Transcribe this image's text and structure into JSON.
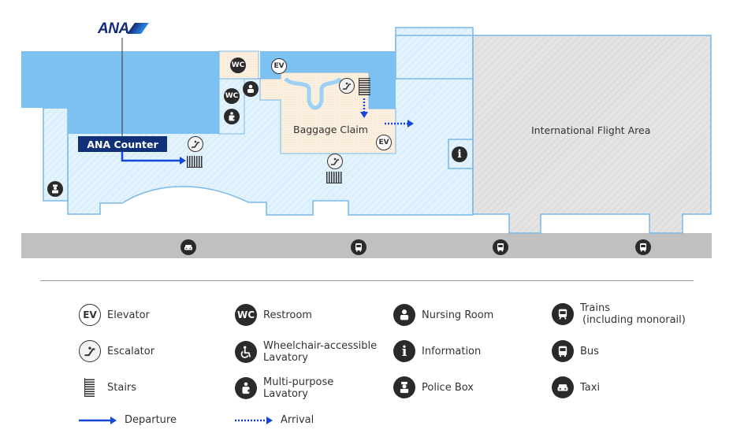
{
  "map": {
    "brand": "ANA",
    "counter_label": "ANA Counter",
    "areas": {
      "baggage_claim": "Baggage Claim",
      "international": "International Flight Area"
    },
    "icons": {
      "ev": "EV",
      "wc": "WC",
      "info": "i"
    },
    "colors": {
      "water_blue": "#7cc1f2",
      "floor_blue": "#e3f3fd",
      "wall_blue": "#7ab8e6",
      "baggage_beige": "#fbf0df",
      "intl_grey": "#e2e2e2",
      "road_grey": "#c0c0c0",
      "departure_blue": "#1446d9",
      "counter_navy": "#10307a"
    }
  },
  "legend": {
    "items": [
      {
        "icon": "elevator-icon",
        "glyph": "EV",
        "label": "Elevator"
      },
      {
        "icon": "restroom-icon",
        "glyph": "WC",
        "label": "Restroom"
      },
      {
        "icon": "nursing-room-icon",
        "label": "Nursing Room"
      },
      {
        "icon": "train-icon",
        "label": "Trains",
        "label2": "(including monorail)"
      },
      {
        "icon": "escalator-icon",
        "label": "Escalator"
      },
      {
        "icon": "wheelchair-icon",
        "label": "Wheelchair-accessible",
        "label2": "Lavatory"
      },
      {
        "icon": "information-icon",
        "glyph": "i",
        "label": "Information"
      },
      {
        "icon": "bus-icon",
        "label": "Bus"
      },
      {
        "icon": "stairs-icon",
        "label": "Stairs"
      },
      {
        "icon": "multipurpose-lavatory-icon",
        "label": "Multi-purpose",
        "label2": "Lavatory"
      },
      {
        "icon": "police-box-icon",
        "label": "Police Box"
      },
      {
        "icon": "taxi-icon",
        "label": "Taxi"
      },
      {
        "icon": "departure-arrow-icon",
        "label": "Departure"
      },
      {
        "icon": "arrival-arrow-icon",
        "label": "Arrival"
      }
    ]
  }
}
